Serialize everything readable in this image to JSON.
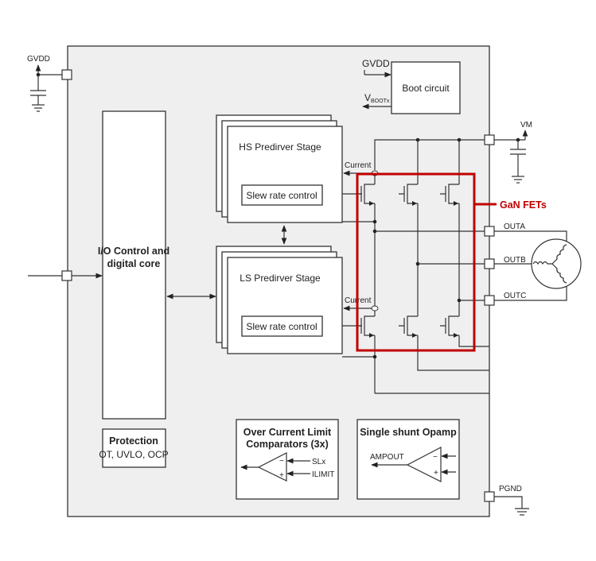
{
  "pins": {
    "gvdd": "GVDD",
    "vm": "VM",
    "outa": "OUTA",
    "outb": "OUTB",
    "outc": "OUTC",
    "pgnd": "PGND"
  },
  "boot": {
    "gvdd": "GVDD",
    "vboot_main": "V",
    "vboot_sub": "BOOTx",
    "label": "Boot circuit"
  },
  "io_core": {
    "line1": "I/O Control and",
    "line2": "digital core"
  },
  "protection": {
    "title": "Protection",
    "detail": "OT, UVLO, OCP"
  },
  "hs_stage": {
    "title": "HS Predirver Stage",
    "slew": "Slew rate control"
  },
  "ls_stage": {
    "title": "LS Predirver Stage",
    "slew": "Slew rate control"
  },
  "current_labels": [
    "Current",
    "Current"
  ],
  "gan": {
    "label": "GaN FETs",
    "color": "#c00000"
  },
  "ocl": {
    "line1": "Over Current Limit",
    "line2": "Comparators (3x)",
    "minus_in": "SLx",
    "plus_in": "ILIMIT",
    "minus": "−",
    "plus": "+"
  },
  "opamp": {
    "title": "Single shunt Opamp",
    "out": "AMPOUT",
    "minus": "−",
    "plus": "+"
  }
}
